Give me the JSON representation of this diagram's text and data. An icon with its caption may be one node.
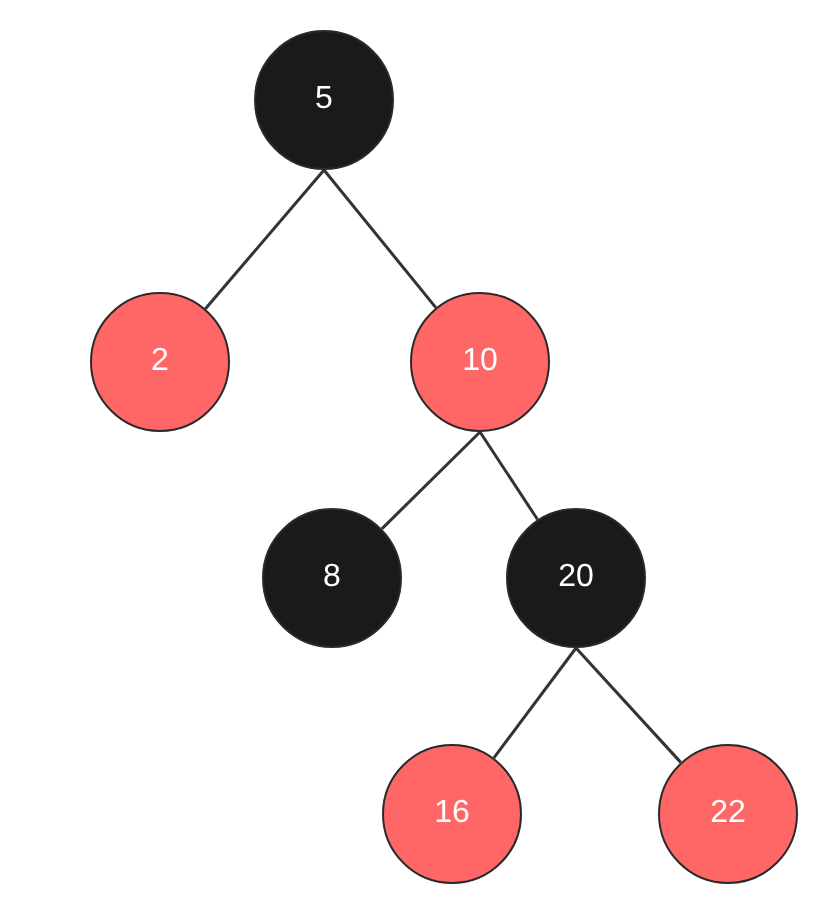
{
  "diagram": {
    "nodes": [
      {
        "text": [
          "5"
        ]
      },
      {
        "text": [
          "2"
        ]
      },
      {
        "text": [
          "10"
        ]
      },
      {
        "text": [
          "8"
        ]
      },
      {
        "text": [
          "20"
        ]
      },
      {
        "text": [
          "16"
        ]
      },
      {
        "text": [
          "22"
        ]
      }
    ],
    "edges": [
      {
        "from": 0,
        "to": 1,
        "arrow": "none"
      },
      {
        "from": 0,
        "to": 2,
        "arrow": "none"
      },
      {
        "from": 2,
        "to": 3,
        "arrow": "none"
      },
      {
        "from": 2,
        "to": 4,
        "arrow": "none"
      },
      {
        "from": 4,
        "to": 5,
        "arrow": "none"
      },
      {
        "from": 4,
        "to": 6,
        "arrow": "none"
      }
    ]
  }
}
